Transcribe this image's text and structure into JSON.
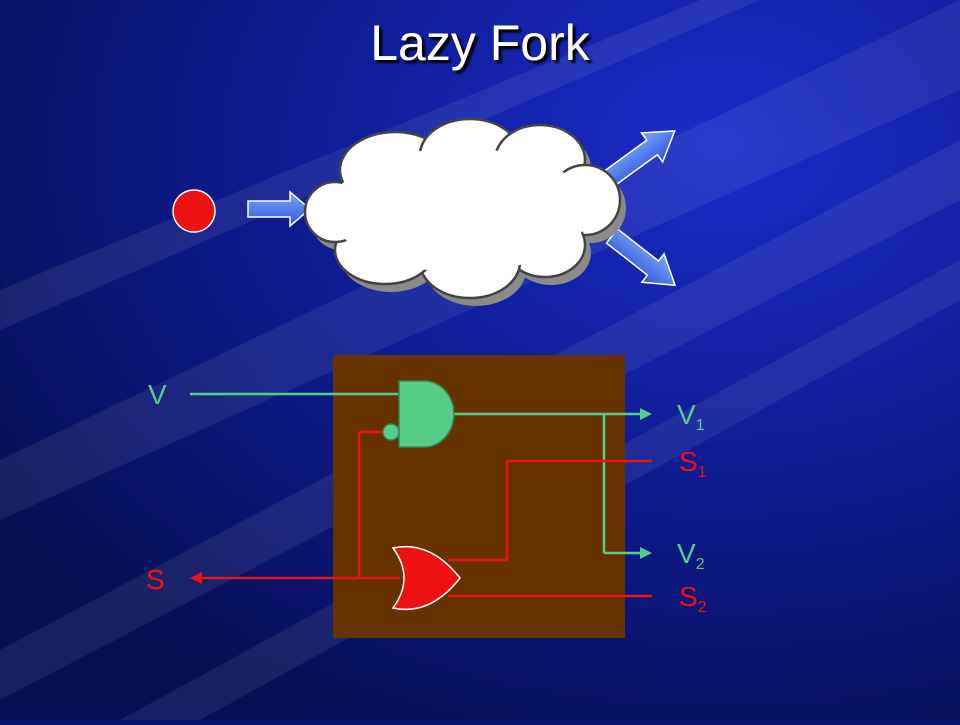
{
  "title": "Lazy Fork",
  "labels": {
    "input_valid": "V",
    "input_stop": "S",
    "out1_valid": "V",
    "out1_valid_sub": "1",
    "out1_stop": "S",
    "out1_stop_sub": "1",
    "out2_valid": "V",
    "out2_valid_sub": "2",
    "out2_stop": "S",
    "out2_stop_sub": "2"
  },
  "colors": {
    "background": "#0a1470",
    "box": "#663300",
    "valid_wire": "#55cc88",
    "stop_wire": "#ee1111",
    "token": "#ee1111",
    "arrow": "#4477ee",
    "cloud": "#ffffff"
  }
}
